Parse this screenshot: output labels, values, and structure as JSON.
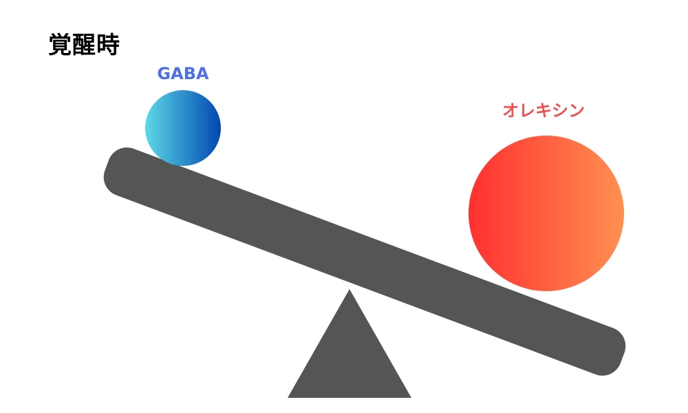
{
  "title": "覚醒時",
  "left_item": {
    "label": "GABA",
    "label_color": "#4F6FE8",
    "gradient_start": "#5ED9E6",
    "gradient_end": "#0047B0"
  },
  "right_item": {
    "label": "オレキシン",
    "label_color": "#F05050",
    "gradient_start": "#FF3030",
    "gradient_end": "#FF9050"
  },
  "seesaw_color": "#555555",
  "tilt_side": "right-down"
}
